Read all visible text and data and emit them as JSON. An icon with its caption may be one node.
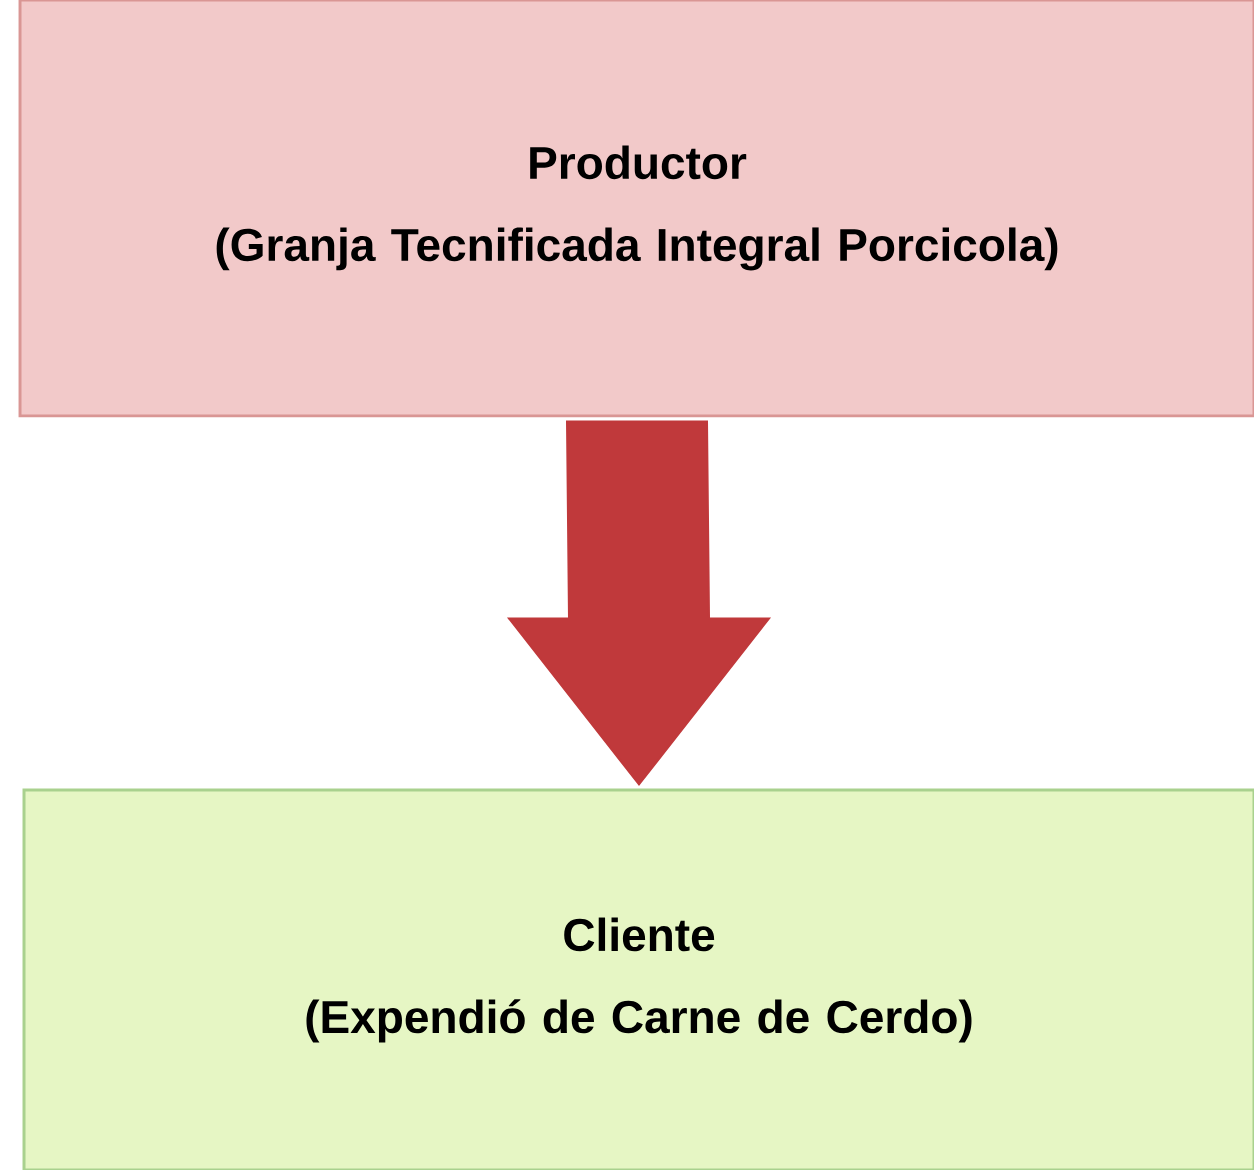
{
  "diagram": {
    "nodes": [
      {
        "text": [
          "Productor",
          "(Granja Tecnificada Integral Porcicola)"
        ]
      },
      {
        "text": [
          "Cliente",
          "(Expendió de Carne de Cerdo)"
        ]
      }
    ],
    "edges": [
      {
        "from": 0,
        "to": 1,
        "arrow": "to",
        "style": "thick"
      }
    ]
  }
}
